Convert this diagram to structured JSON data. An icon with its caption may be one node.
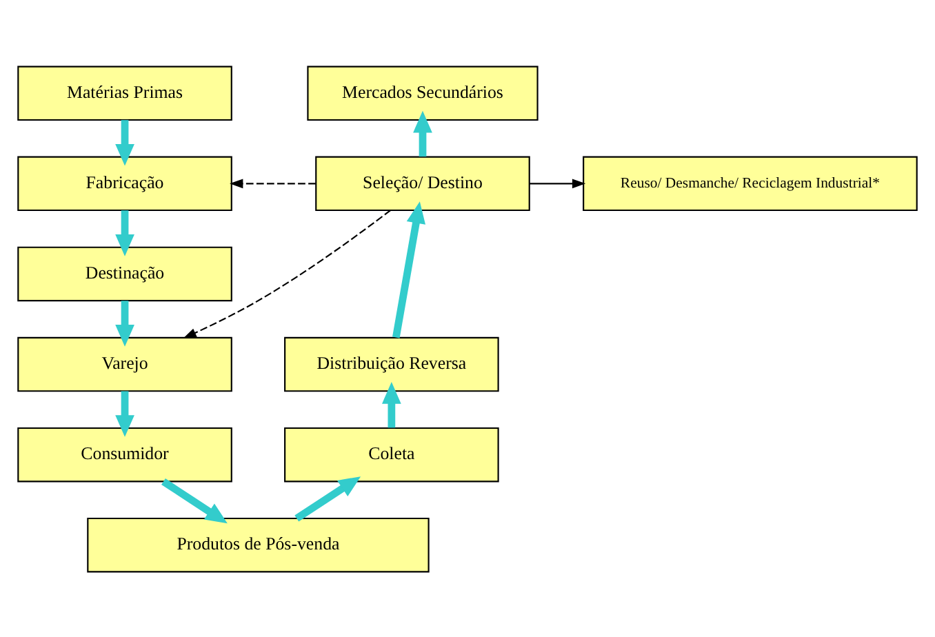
{
  "diagram": {
    "nodes": [
      {
        "text": [
          "Matérias Primas"
        ]
      },
      {
        "text": [
          "Fabricação"
        ]
      },
      {
        "text": [
          "Destinação"
        ]
      },
      {
        "text": [
          "Varejo"
        ]
      },
      {
        "text": [
          "Consumidor"
        ]
      },
      {
        "text": [
          "Produtos de Pós-venda"
        ]
      },
      {
        "text": [
          "Coleta"
        ]
      },
      {
        "text": [
          "Distribuição Reversa"
        ]
      },
      {
        "text": [
          "Seleção/ Destino"
        ]
      },
      {
        "text": [
          "Mercados Secundários"
        ]
      },
      {
        "text": [
          "Reuso/ Desmanche/ Reciclagem Industrial*"
        ]
      }
    ],
    "edges": [
      {
        "from": 0,
        "to": 1,
        "arrow": "to"
      },
      {
        "from": 1,
        "to": 2,
        "arrow": "to"
      },
      {
        "from": 2,
        "to": 3,
        "arrow": "to"
      },
      {
        "from": 3,
        "to": 4,
        "arrow": "to"
      },
      {
        "from": 4,
        "to": 5,
        "arrow": "to"
      },
      {
        "from": 5,
        "to": 6,
        "arrow": "to"
      },
      {
        "from": 6,
        "to": 7,
        "arrow": "to"
      },
      {
        "from": 7,
        "to": 8,
        "arrow": "to"
      },
      {
        "from": 8,
        "to": 9,
        "arrow": "to"
      },
      {
        "from": 8,
        "to": 1,
        "arrow": "to",
        "style": "dashed",
        "color": "#000000"
      },
      {
        "from": 8,
        "to": 3,
        "arrow": "to",
        "style": "dashed",
        "color": "#000000"
      },
      {
        "from": 8,
        "to": 10,
        "arrow": "to",
        "color": "#000000"
      }
    ]
  }
}
